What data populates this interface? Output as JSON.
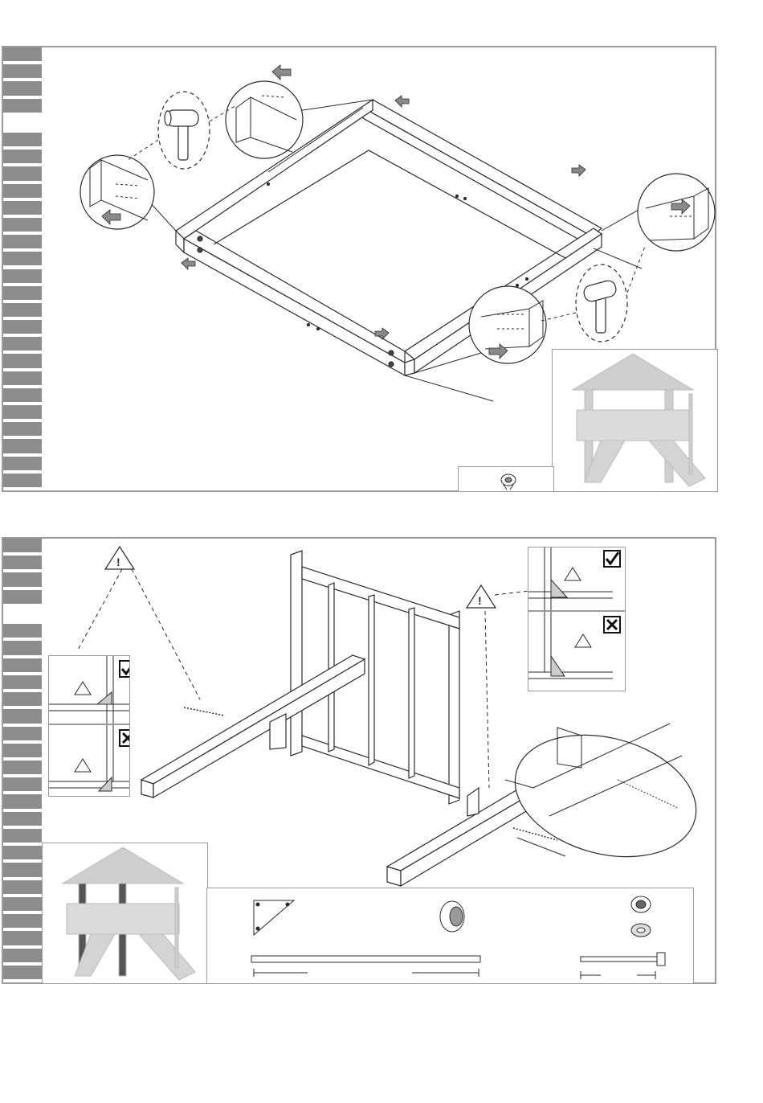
{
  "page": {
    "background": "#ffffff"
  },
  "colors": {
    "frame_border": "#9a9a9a",
    "step_strip": "#8c8c8c",
    "step_strip_active": "#ffffff",
    "line_art": "#2a2a2a",
    "arrow_fill": "#8a8a8a",
    "ghost_tower": "#c8c8c8"
  },
  "step1": {
    "description_icons": [
      "hammer-icon",
      "insert-arrow-icon",
      "pipe-insert-icon"
    ],
    "active_step_index": 4,
    "strip_segments": 26
  },
  "step2": {
    "description_icons": [
      "warning-triangle-icon",
      "check-box-icon",
      "cross-box-icon"
    ],
    "active_step_index": 4,
    "strip_segments": 26,
    "parts": [
      "angle-bracket",
      "pipe-insert",
      "washer",
      "beam",
      "bolt"
    ]
  }
}
